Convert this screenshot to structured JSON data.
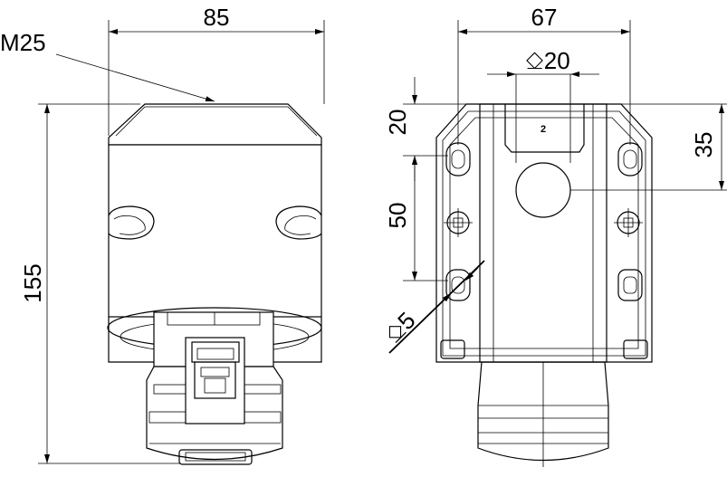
{
  "dimensions": {
    "side_width": "85",
    "thread": "M25",
    "side_height": "155",
    "front_width": "67",
    "hole_diameter": "⎐20",
    "top_offset": "20",
    "hole_offset": "35",
    "mount_spacing": "50",
    "mount_hole": "⎐5"
  },
  "marking": "2"
}
